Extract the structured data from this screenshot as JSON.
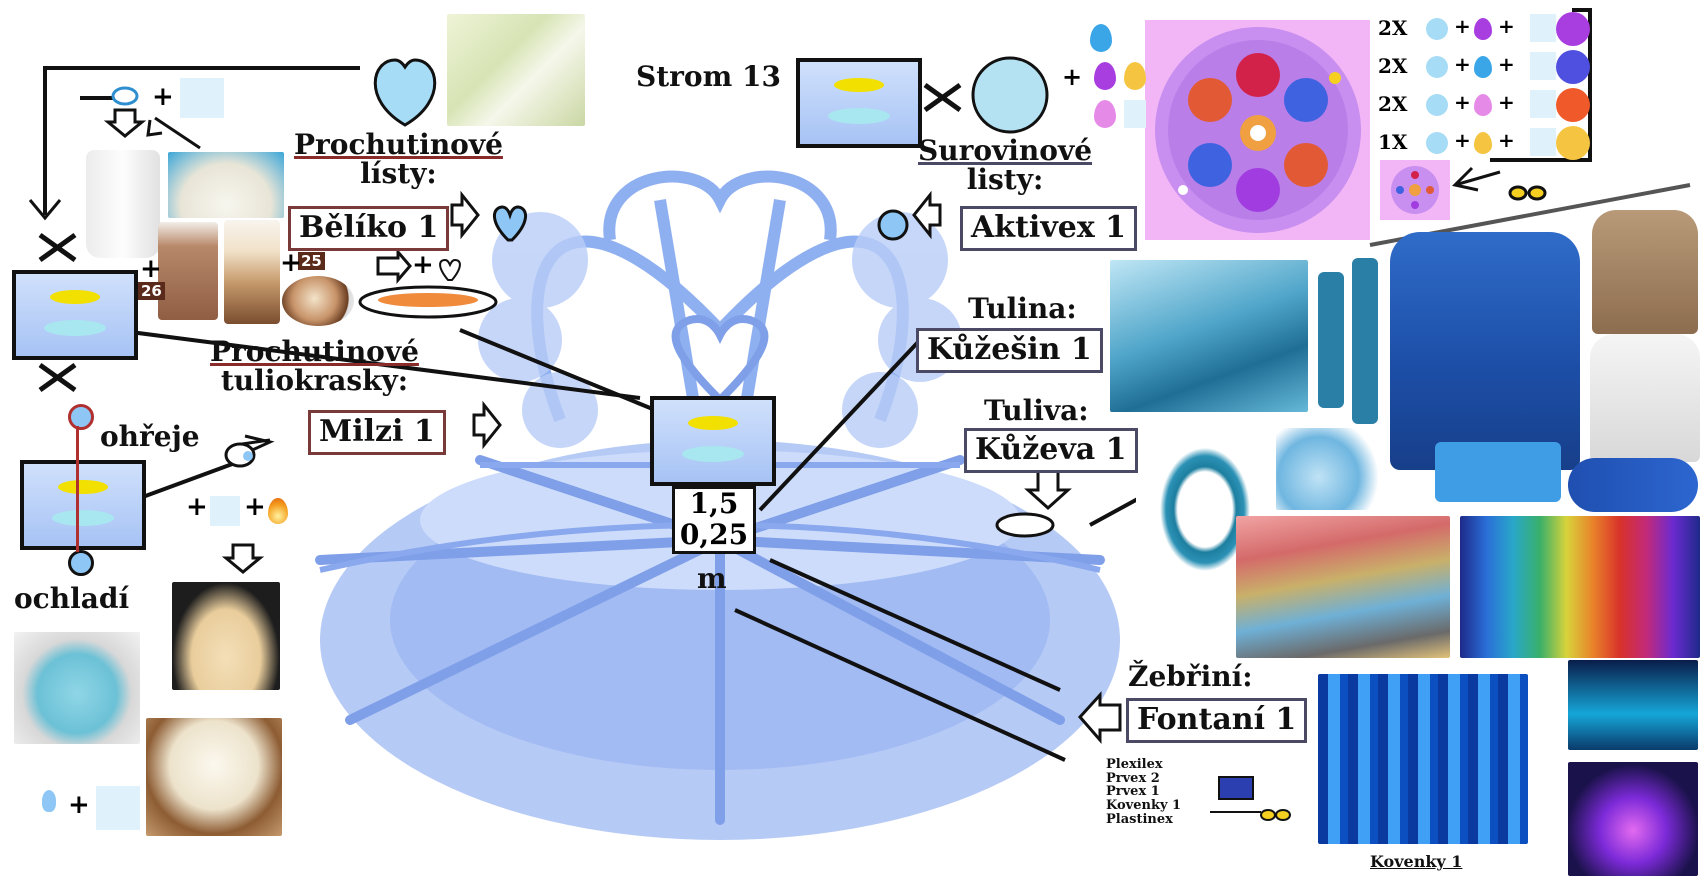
{
  "left": {
    "prochutinove_listy_line1": "Prochutinové",
    "prochutinove_listy_line2": "lísty:",
    "beliko": "Bělíko 1",
    "prochutinove_tuliokrasky_line1": "Prochutinové",
    "prochutinove_tuliokrasky_line2": "tuliokrasky:",
    "milzi": "Milzi 1",
    "ohreje": "ohřeje",
    "ochladi": "ochladí",
    "badge_25": "25",
    "badge_26": "26"
  },
  "center": {
    "strom": "Strom 13",
    "measure_top": "1,5",
    "measure_bottom": "0,25",
    "measure_unit": "m"
  },
  "right": {
    "surovinove_listy_line1": "Surovinové",
    "surovinove_listy_line2": "listy:",
    "aktivex": "Aktivex 1",
    "tulina": "Tulina:",
    "kuzesin": "Kůžešin 1",
    "tuliva": "Tuliva:",
    "kuzeva": "Kůževa 1",
    "zebrini": "Žebřiní:",
    "fontani": "Fontaní 1",
    "kovenky_caption": "Kovenky 1",
    "small_list": [
      "Plexilex",
      "Prvex 2",
      "Prvex 1",
      "Kovenky 1",
      "Plastinex"
    ]
  },
  "recipes": [
    {
      "count": "2X",
      "color": "#a93ee0"
    },
    {
      "count": "2X",
      "color": "#4f4fe0"
    },
    {
      "count": "2X",
      "color": "#f05a2a"
    },
    {
      "count": "1X",
      "color": "#f5c542"
    }
  ],
  "colors": {
    "fountain": "#8fb0f0",
    "accent_blue": "#2f6cc0",
    "yellow": "#f2e000",
    "ice_blue": "#a8e6f0",
    "brown": "#7a3a3a",
    "slate": "#4a4a66"
  },
  "icons": [
    "heart-drop-icon",
    "circle-drop-icon",
    "drop-icon",
    "flame-icon",
    "flower-icon",
    "glasses-icon"
  ]
}
